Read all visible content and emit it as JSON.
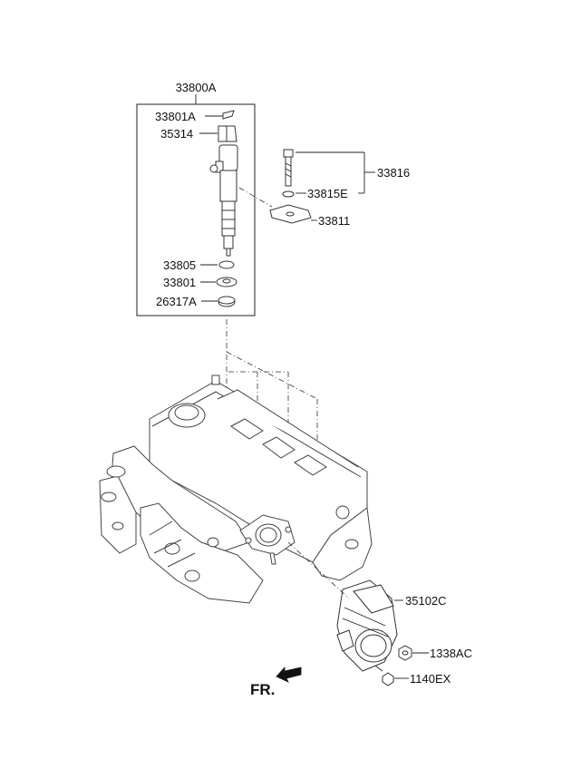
{
  "labels": {
    "assembly": "33800A",
    "clip": "33801A",
    "cap": "35314",
    "bolt_set": "33816",
    "washer_bolt": "33815E",
    "clamp": "33811",
    "o_ring": "33805",
    "seal": "33801",
    "gasket": "26317A",
    "throttle_body": "35102C",
    "nut": "1338AC",
    "bolt": "1140EX",
    "front": "FR."
  }
}
